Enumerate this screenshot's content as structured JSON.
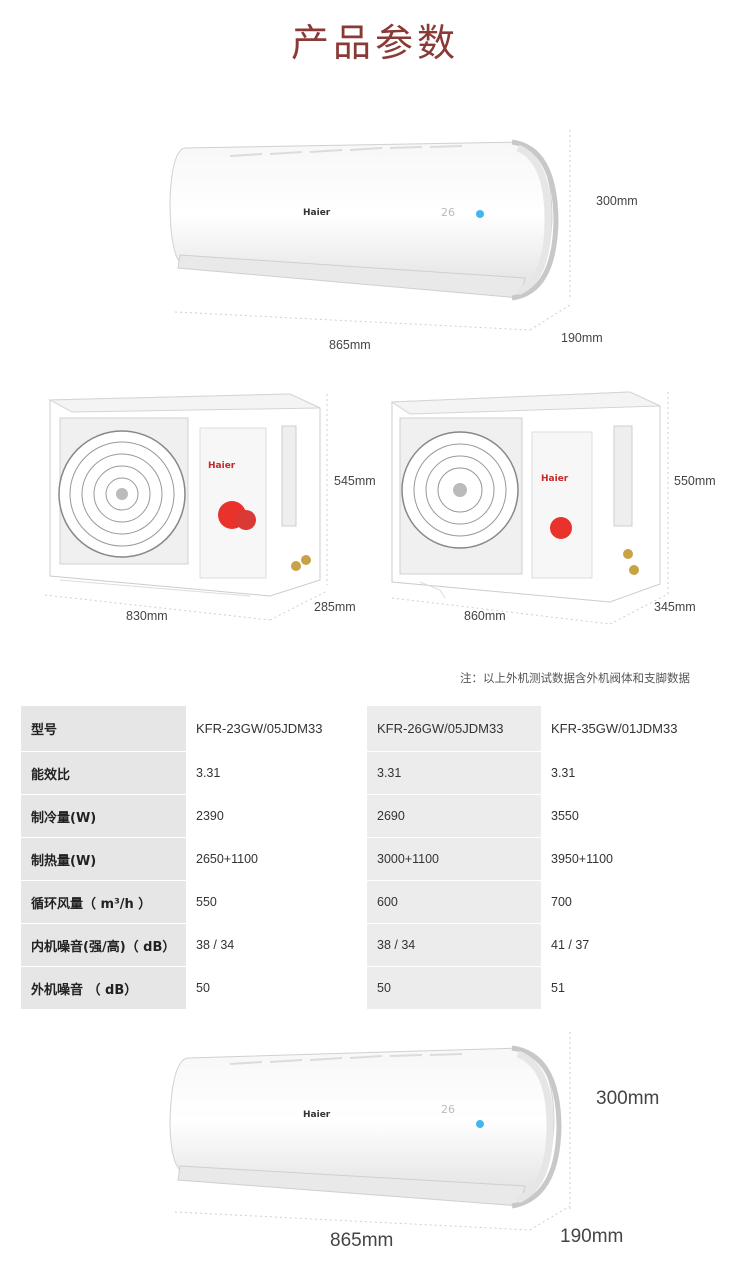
{
  "title": "产品参数",
  "indoor_top": {
    "brand": "Haier",
    "display": "26",
    "height": "300mm",
    "depth": "190mm",
    "width": "865mm"
  },
  "outdoor_left": {
    "brand": "Haier",
    "height": "545mm",
    "depth": "285mm",
    "width": "830mm"
  },
  "outdoor_right": {
    "brand": "Haier",
    "height": "550mm",
    "depth": "345mm",
    "width": "860mm"
  },
  "note": "注：以上外机测试数据含外机阀体和支脚数据",
  "table": {
    "header": [
      "型号",
      "KFR-23GW/05JDM33",
      "KFR-26GW/05JDM33",
      "KFR-35GW/01JDM33"
    ],
    "rows": [
      [
        "能效比",
        "3.31",
        "3.31",
        "3.31"
      ],
      [
        "制冷量(W)",
        "2390",
        "2690",
        "3550"
      ],
      [
        "制热量(W)",
        "2650+1100",
        "3000+1100",
        "3950+1100"
      ],
      [
        "循环风量（ m³/h ）",
        "550",
        "600",
        "700"
      ],
      [
        "内机噪音(强/高)（ dB）",
        "38 / 34",
        "38 / 34",
        "41 / 37"
      ],
      [
        "外机噪音 （ dB）",
        "50",
        "50",
        "51"
      ]
    ]
  },
  "indoor_bottom": {
    "brand": "Haier",
    "display": "26",
    "height": "300mm",
    "depth": "190mm",
    "width": "865mm"
  },
  "colors": {
    "title": "#8a3a36",
    "label_bg": "#e6e6e6",
    "alt_bg": "#ececec"
  }
}
